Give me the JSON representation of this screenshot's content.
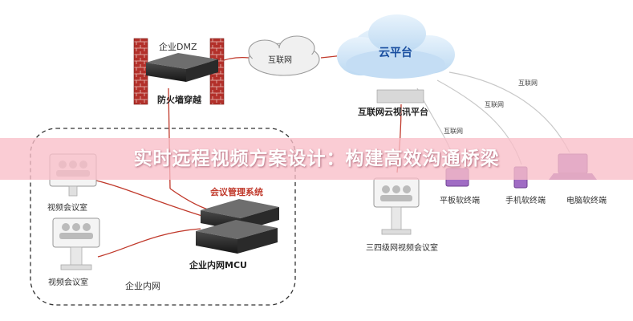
{
  "labels": {
    "enterprise_dmz": "企业DMZ",
    "firewall_traversal": "防火墙穿越",
    "internet_top": "互联网",
    "cloud_platform": "云平台",
    "internet_cloud_video_platform": "互联网云视讯平台",
    "internet_link_1": "互联网",
    "internet_link_2": "互联网",
    "internet_link_3": "互联网",
    "conference_mgmt_system": "会议管理系统",
    "enterprise_intranet_mcu": "企业内网MCU",
    "enterprise_intranet": "企业内网",
    "video_room_1": "视频会议室",
    "video_room_2": "视频会议室",
    "tier34_video_room": "三四级网视频会议室",
    "tablet_client": "平板软终端",
    "phone_client": "手机软终端",
    "pc_client": "电脑软终端"
  },
  "banner": {
    "title": "实时远程视频方案设计：构建高效沟通桥梁"
  },
  "colors": {
    "link_red": "#c0392b",
    "link_gray": "#c8c8c8",
    "firewall_red": "#b3302a",
    "cloud_blue": "#cfe4f7",
    "device_purple": "#9b59b6",
    "banner_pink": "#f8bec8"
  }
}
